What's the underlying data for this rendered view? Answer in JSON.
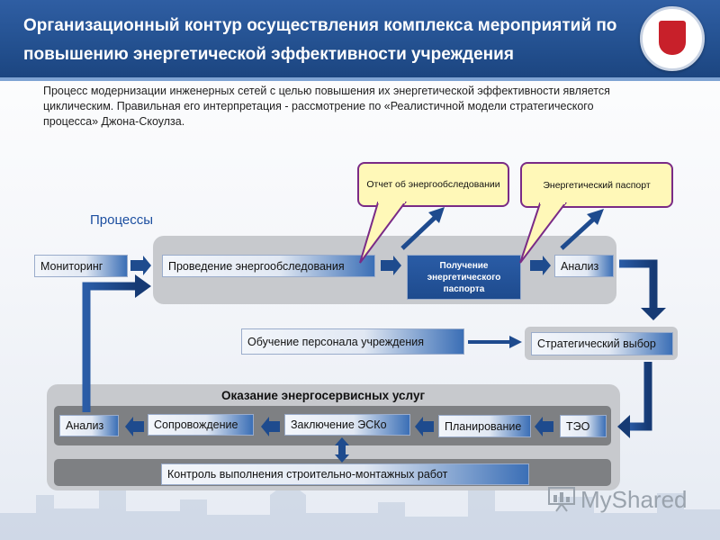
{
  "header": {
    "title_line1": "Организационный контур осуществления комплекса мероприятий по",
    "title_line2": "повышению энергетической эффективности учреждения"
  },
  "intro": {
    "line1": "Процесс модернизации инженерных сетей с целью повышения их энергетической эффективности является",
    "line2": "циклическим. Правильная его интерпретация - рассмотрение по «Реалистичной модели стратегического",
    "line3": "процесса» Джона-Скоулза."
  },
  "diagram": {
    "processes_label": "Процессы",
    "callout_report": "Отчет об энергообследовании",
    "callout_passport": "Энергетический паспорт",
    "monitoring": "Мониторинг",
    "audit": "Проведение энергообследования",
    "receive_passport": "Получение энергетического паспорта",
    "analysis_top": "Анализ",
    "training": "Обучение персонала учреждения",
    "strategic_choice": "Стратегический выбор",
    "services_title": "Оказание энергосервисных услуг",
    "analysis_bottom": "Анализ",
    "support": "Сопровождение",
    "esco": "Заключение ЭСКо",
    "planning": "Планирование",
    "teo": "ТЭО",
    "control": "Контроль выполнения строительно-монтажных работ"
  },
  "watermark": {
    "brand": "MyShared"
  },
  "colors": {
    "header": "#23508f",
    "arrow": "#1e4b8e",
    "callout_fill": "#fff8b8",
    "callout_border": "#7a2b86",
    "panel": "#c7c9cd"
  }
}
